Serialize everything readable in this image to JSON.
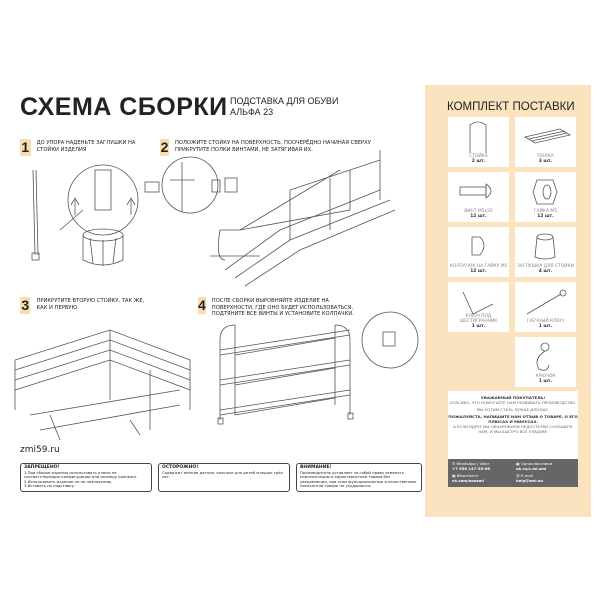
{
  "header": {
    "title": "СХЕМА СБОРКИ",
    "subtitle_line1": "ПОДСТАВКА ДЛЯ ОБУВИ",
    "subtitle_line2": "АЛЬФА 23"
  },
  "steps": [
    {
      "num": "1",
      "text": "до упора наденьте заглушки на стойки изделия"
    },
    {
      "num": "2",
      "text": "положите стойку на поверхность, поочерёдно начиная сверху прикрутите полки винтами, не затягивая их."
    },
    {
      "num": "3",
      "text": "прикрутите вторую стойку, так же, как и первую."
    },
    {
      "num": "4",
      "text": "после сборки выровняйте изделие на поверхности, где оно будет использоваться, подтяните все винты и установите колпачки."
    }
  ],
  "site": "zmi59.ru",
  "notes": [
    {
      "title": "ЗАПРЕЩЕНО!",
      "lines": [
        "1.При сборке изделия использовать ключи не соответствующие конфигурации или размеру крепежа.",
        "2.Использовать изделие не по назначению.",
        "3.Вставать на подставку."
      ]
    },
    {
      "title": "ОСТОРОЖНО!",
      "lines": [
        "Содержит мелкие детали, опасные для детей младше трёх лет."
      ]
    },
    {
      "title": "ВНИМАНИЕ!",
      "lines": [
        "Производитель оставляет за собой право изменять комплектацию и характеристики товара без уведомления, при этом функциональные и качественные показатели товара не ухудшаются."
      ]
    }
  ],
  "kit": {
    "title": "КОМПЛЕКТ ПОСТАВКИ",
    "items": [
      {
        "name": "СТОЙКА",
        "qty": "2 шт.",
        "icon": "rack-post-icon"
      },
      {
        "name": "ПОЛКА",
        "qty": "3 шт.",
        "icon": "shelf-icon"
      },
      {
        "name": "ВИНТ М5х20",
        "qty": "12 шт.",
        "icon": "screw-icon"
      },
      {
        "name": "ГАЙКА М5",
        "qty": "12 шт.",
        "icon": "nut-icon"
      },
      {
        "name": "КОЛПАЧОК НА ГАЙКУ М5",
        "qty": "12 шт.",
        "icon": "cap-icon"
      },
      {
        "name": "ЗАГЛУШКА ДЛЯ СТОЙКИ",
        "qty": "4 шт.",
        "icon": "plug-icon"
      },
      {
        "name": "КЛЮЧ ПОД ШЕСТИГРАННИК",
        "qty": "1 шт.",
        "icon": "hex-key-icon"
      },
      {
        "name": "ГАЕЧНЫЙ КЛЮЧ",
        "qty": "1 шт.",
        "icon": "wrench-icon"
      },
      {
        "name": "КРЮЧОК",
        "qty": "1 шт.",
        "icon": "hook-icon"
      }
    ]
  },
  "info": {
    "heading": "УВАЖАЕМЫЙ ПОКУПАТЕЛЬ!",
    "p1": "СПАСИБО, ЧТО ПОМОГАЕТЕ НАМ РАЗВИВАТЬ ПРОИЗВОДСТВО.",
    "p2": "МЫ ХОТИМ СТАТЬ ЛУЧШЕ ДЛЯ ВАС.",
    "p3": "ПОЖАЛУЙСТА, НАПИШИТЕ НАМ ОТЗЫВ О ТОВАРЕ, О ЕГО ПЛЮСАХ И МИНУСАХ.",
    "p4": "А ЕСЛИ ВДРУГ ВЫ ОБНАРУЖИЛИ НЕДОСТАТКИ СООБЩИТЕ НАМ, И МЫ БЫСТРО ВСЁ УЛАДИМ!",
    "contacts": [
      {
        "label": "WhatsApp | Viber",
        "value": "+7 958 147-35-06"
      },
      {
        "label": "Одноклассники",
        "value": "ok.ru/z.mi.zmi"
      },
      {
        "label": "ВКонтакте",
        "value": "vk.com/ooozmi"
      },
      {
        "label": "E-mail",
        "value": "help@zmi.su"
      }
    ]
  }
}
